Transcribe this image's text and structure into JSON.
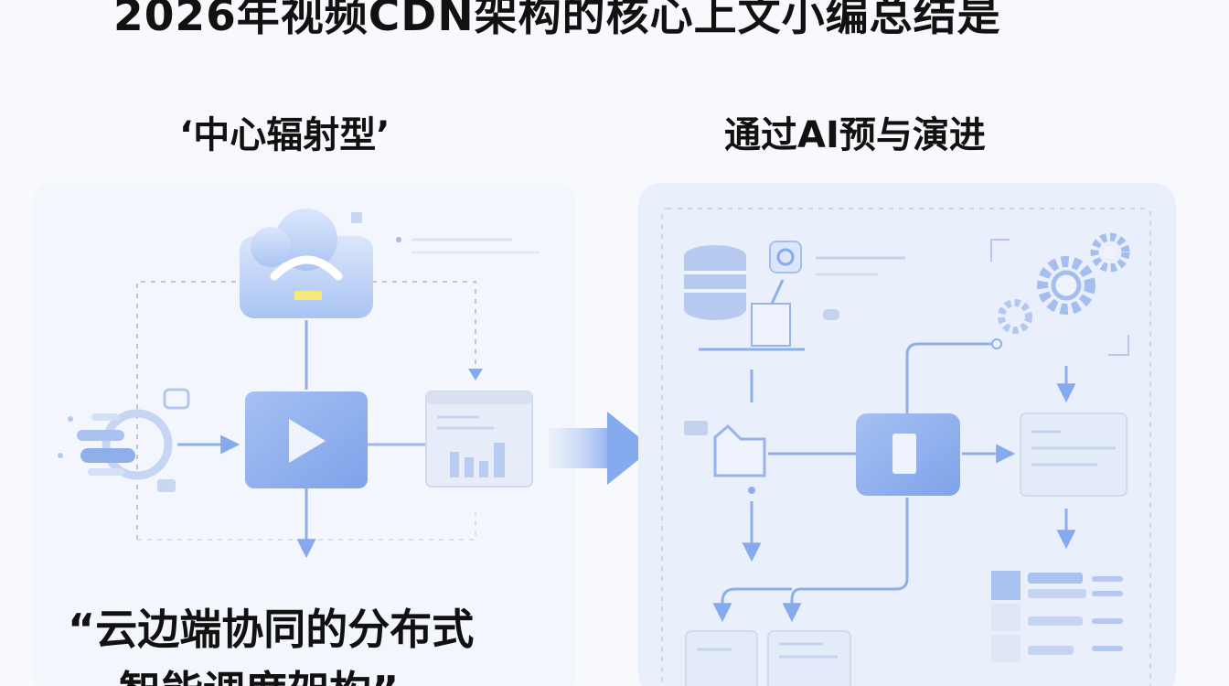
{
  "title": "2026年视频CDN架构的核心上文小编总结是",
  "left_panel": {
    "heading": "‘中心辐射型’",
    "label_line1": "“云边端协同的分布式",
    "label_line2": "智能调度架构”"
  },
  "right_panel": {
    "heading": "通过AI预与演进"
  },
  "colors": {
    "accent": "#7fa6ea",
    "accent_light": "#b9cff5",
    "accent_pale": "#dde8fa",
    "text": "#111111",
    "background": "#f7f9fd"
  },
  "icons": {
    "cloud": "cloud-icon",
    "play": "play-icon",
    "dashboard": "dashboard-icon",
    "user_device": "user-device-icon",
    "database": "database-icon",
    "ai_chip": "ai-chip-icon",
    "gears": "gears-icon",
    "folder": "folder-icon"
  }
}
